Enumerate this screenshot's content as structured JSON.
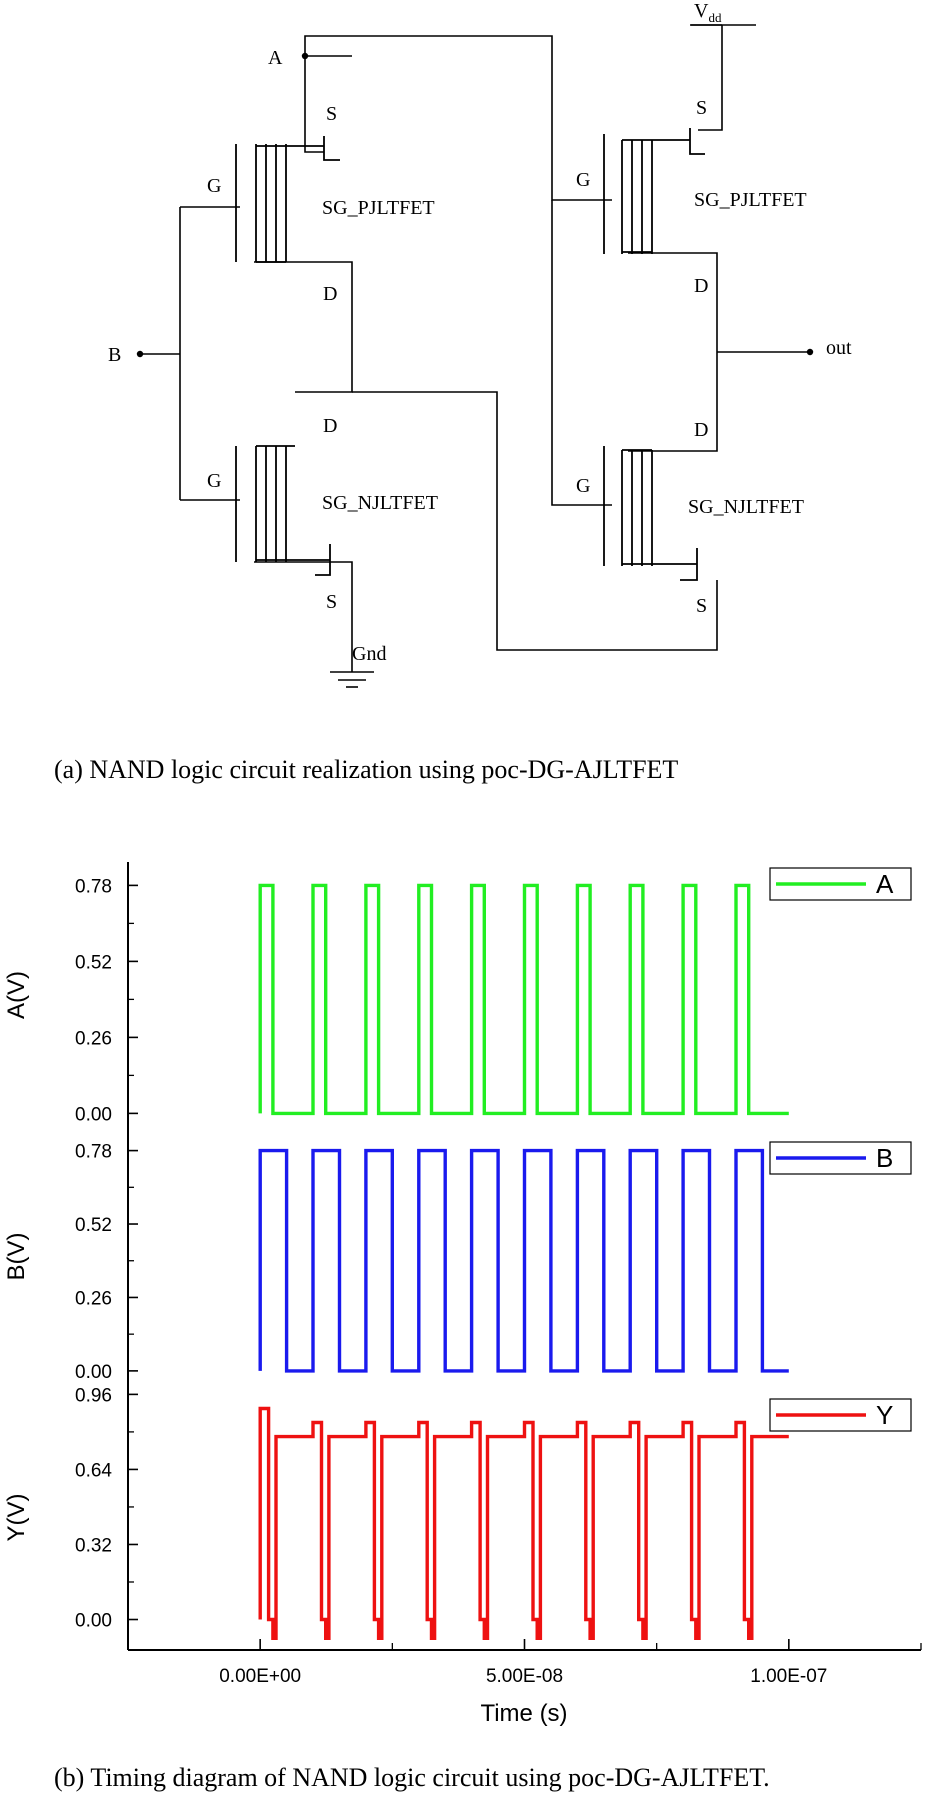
{
  "circuit": {
    "input_a": "A",
    "input_b": "B",
    "output": "out",
    "vdd_main": "V",
    "vdd_sub": "dd",
    "gnd": "Gnd",
    "gate": "G",
    "source": "S",
    "drain": "D",
    "pmos_label": "SG_PJLTFET",
    "nmos_label": "SG_NJLTFET"
  },
  "caption_a": "(a) NAND logic circuit realization using poc-DG-AJLTFET",
  "caption_b": "(b) Timing diagram of NAND logic circuit using poc-DG-AJLTFET.",
  "chart_data": {
    "type": "line",
    "xlabel": "Time (s)",
    "x_ticks": [
      "0.00E+00",
      "5.00E-08",
      "1.00E-07"
    ],
    "xlim": [
      -2.5e-08,
      1.25e-07
    ],
    "panels": [
      {
        "ylabel": "A(V)",
        "ylim": [
          -0.05,
          0.86
        ],
        "y_ticks": [
          "0.78",
          "0.52",
          "0.26",
          "0.00"
        ],
        "color": "#22ee22",
        "series": [
          {
            "name": "A",
            "x": [
              0,
              0,
              2.4e-09,
              2.4e-09,
              1e-08,
              1e-08,
              1.24e-08,
              1.24e-08,
              2e-08,
              2e-08,
              2.24e-08,
              2.24e-08,
              3e-08,
              3e-08,
              3.24e-08,
              3.24e-08,
              4e-08,
              4e-08,
              4.24e-08,
              4.24e-08,
              5e-08,
              5e-08,
              5.24e-08,
              5.24e-08,
              6e-08,
              6e-08,
              6.24e-08,
              6.24e-08,
              7e-08,
              7e-08,
              7.24e-08,
              7.24e-08,
              8e-08,
              8e-08,
              8.24e-08,
              8.24e-08,
              9e-08,
              9e-08,
              9.24e-08,
              9.24e-08,
              1e-07
            ],
            "y": [
              0,
              0.78,
              0.78,
              0,
              0,
              0.78,
              0.78,
              0,
              0,
              0.78,
              0.78,
              0,
              0,
              0.78,
              0.78,
              0,
              0,
              0.78,
              0.78,
              0,
              0,
              0.78,
              0.78,
              0,
              0,
              0.78,
              0.78,
              0,
              0,
              0.78,
              0.78,
              0,
              0,
              0.78,
              0.78,
              0,
              0,
              0.78,
              0.78,
              0,
              0
            ]
          }
        ]
      },
      {
        "ylabel": "B(V)",
        "ylim": [
          -0.05,
          0.86
        ],
        "y_ticks": [
          "0.78",
          "0.52",
          "0.26",
          "0.00"
        ],
        "color": "#1a1aee",
        "series": [
          {
            "name": "B",
            "x": [
              0,
              0,
              5e-09,
              5e-09,
              1e-08,
              1e-08,
              1.5e-08,
              1.5e-08,
              2e-08,
              2e-08,
              2.5e-08,
              2.5e-08,
              3e-08,
              3e-08,
              3.5e-08,
              3.5e-08,
              4e-08,
              4e-08,
              4.5e-08,
              4.5e-08,
              5e-08,
              5e-08,
              5.5e-08,
              5.5e-08,
              6e-08,
              6e-08,
              6.5e-08,
              6.5e-08,
              7e-08,
              7e-08,
              7.5e-08,
              7.5e-08,
              8e-08,
              8e-08,
              8.5e-08,
              8.5e-08,
              9e-08,
              9e-08,
              9.5e-08,
              9.5e-08,
              1e-07
            ],
            "y": [
              0,
              0.78,
              0.78,
              0,
              0,
              0.78,
              0.78,
              0,
              0,
              0.78,
              0.78,
              0,
              0,
              0.78,
              0.78,
              0,
              0,
              0.78,
              0.78,
              0,
              0,
              0.78,
              0.78,
              0,
              0,
              0.78,
              0.78,
              0,
              0,
              0.78,
              0.78,
              0,
              0,
              0.78,
              0.78,
              0,
              0,
              0.78,
              0.78,
              0,
              0
            ]
          }
        ]
      },
      {
        "ylabel": "Y(V)",
        "ylim": [
          -0.13,
          1.0
        ],
        "y_ticks": [
          "0.96",
          "0.64",
          "0.32",
          "0.00"
        ],
        "color": "#ee1111",
        "series": [
          {
            "name": "Y",
            "x": [
              0,
              0,
              1.6e-09,
              1.6e-09,
              2.4e-09,
              2.4e-09,
              3e-09,
              3e-09,
              1e-08,
              1e-08,
              1.16e-08,
              1.16e-08,
              1.24e-08,
              1.24e-08,
              1.3e-08,
              1.3e-08,
              2e-08,
              2e-08,
              2.16e-08,
              2.16e-08,
              2.24e-08,
              2.24e-08,
              2.3e-08,
              2.3e-08,
              3e-08,
              3e-08,
              3.16e-08,
              3.16e-08,
              3.24e-08,
              3.24e-08,
              3.3e-08,
              3.3e-08,
              4e-08,
              4e-08,
              4.16e-08,
              4.16e-08,
              4.24e-08,
              4.24e-08,
              4.3e-08,
              4.3e-08,
              5e-08,
              5e-08,
              5.16e-08,
              5.16e-08,
              5.24e-08,
              5.24e-08,
              5.3e-08,
              5.3e-08,
              6e-08,
              6e-08,
              6.16e-08,
              6.16e-08,
              6.24e-08,
              6.24e-08,
              6.3e-08,
              6.3e-08,
              7e-08,
              7e-08,
              7.16e-08,
              7.16e-08,
              7.24e-08,
              7.24e-08,
              7.3e-08,
              7.3e-08,
              8e-08,
              8e-08,
              8.16e-08,
              8.16e-08,
              8.24e-08,
              8.24e-08,
              8.3e-08,
              8.3e-08,
              9e-08,
              9e-08,
              9.16e-08,
              9.16e-08,
              9.24e-08,
              9.24e-08,
              9.3e-08,
              9.3e-08,
              1e-07
            ],
            "y": [
              0,
              0.9,
              0.9,
              0,
              0,
              -0.08,
              -0.08,
              0.78,
              0.78,
              0.84,
              0.84,
              0,
              0,
              -0.08,
              -0.08,
              0.78,
              0.78,
              0.84,
              0.84,
              0,
              0,
              -0.08,
              -0.08,
              0.78,
              0.78,
              0.84,
              0.84,
              0,
              0,
              -0.08,
              -0.08,
              0.78,
              0.78,
              0.84,
              0.84,
              0,
              0,
              -0.08,
              -0.08,
              0.78,
              0.78,
              0.84,
              0.84,
              0,
              0,
              -0.08,
              -0.08,
              0.78,
              0.78,
              0.84,
              0.84,
              0,
              0,
              -0.08,
              -0.08,
              0.78,
              0.78,
              0.84,
              0.84,
              0,
              0,
              -0.08,
              -0.08,
              0.78,
              0.78,
              0.84,
              0.84,
              0,
              0,
              -0.08,
              -0.08,
              0.78,
              0.78,
              0.84,
              0.84,
              0,
              0,
              -0.08,
              -0.08,
              0.78,
              0.78
            ]
          }
        ]
      }
    ]
  }
}
